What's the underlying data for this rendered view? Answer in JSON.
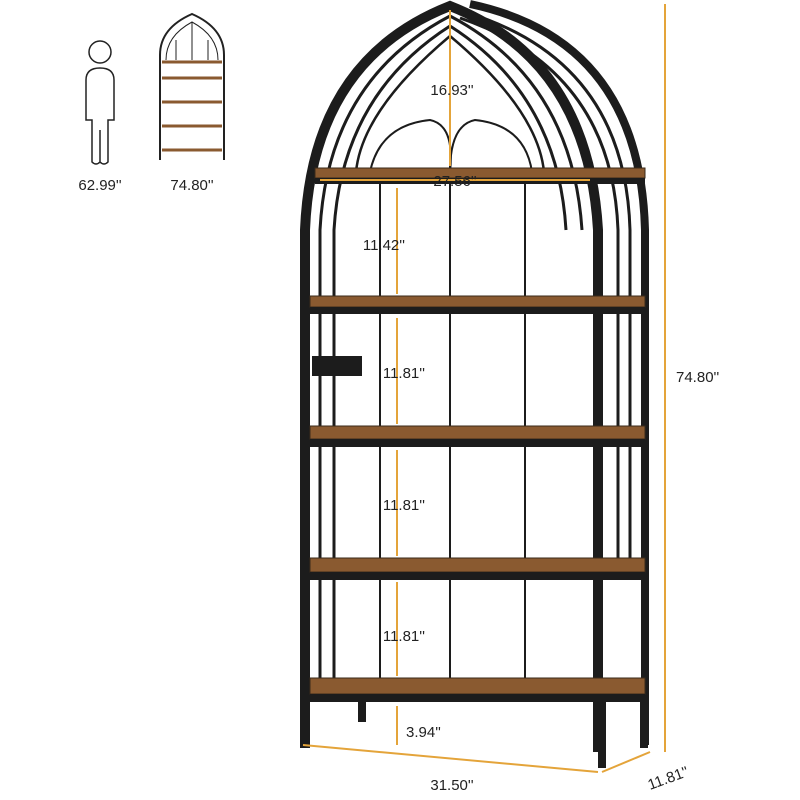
{
  "comparison": {
    "person_height": "62.99''",
    "shelf_height": "74.80''"
  },
  "dimensions": {
    "arch_height": "16.93''",
    "inner_width": "27.56''",
    "shelf_gap_1": "11.42''",
    "shelf_gap_2": "11.81''",
    "shelf_gap_3": "11.81''",
    "shelf_gap_4": "11.81''",
    "bottom_clearance": "3.94''",
    "total_height": "74.80''",
    "width": "31.50''",
    "depth": "11.81''"
  },
  "colors": {
    "dimension_line": "#e4a43a",
    "frame": "#1c1c1c",
    "wood": "#8a5a30"
  }
}
